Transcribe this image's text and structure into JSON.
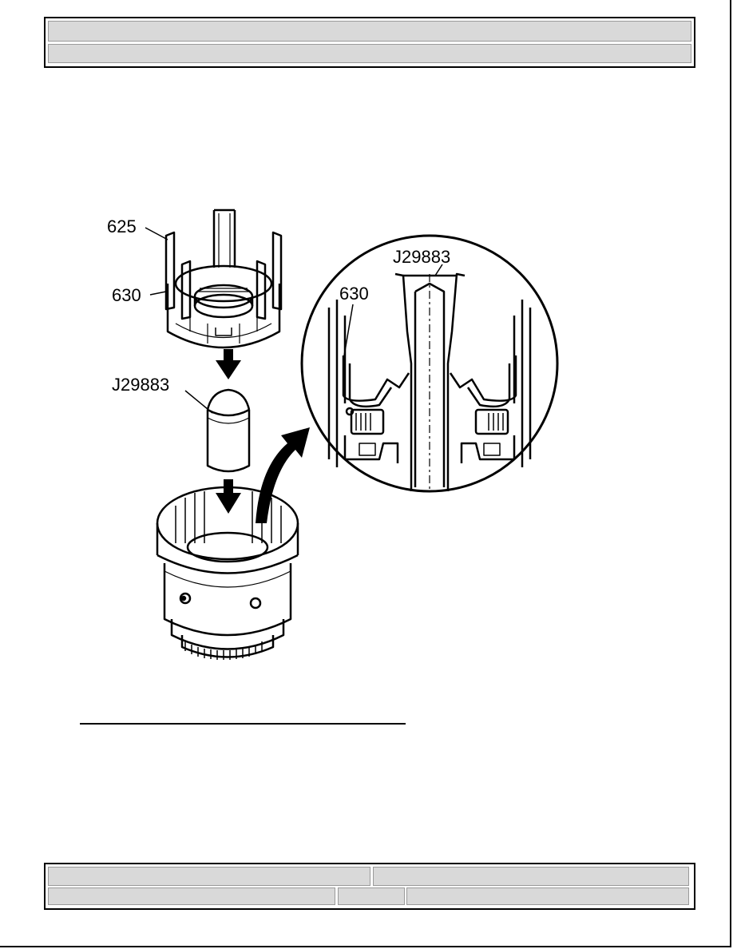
{
  "header": {
    "title": "",
    "subtitle": ""
  },
  "figure": {
    "callouts": {
      "part_625": "625",
      "part_630_left": "630",
      "tool_left": "J29883",
      "tool_detail": "J29883",
      "part_630_detail": "630"
    }
  },
  "figure_link": "",
  "footer": {
    "left_top": "",
    "right_top": "",
    "left_bottom": "",
    "mid_bottom": "",
    "right_bottom": ""
  }
}
